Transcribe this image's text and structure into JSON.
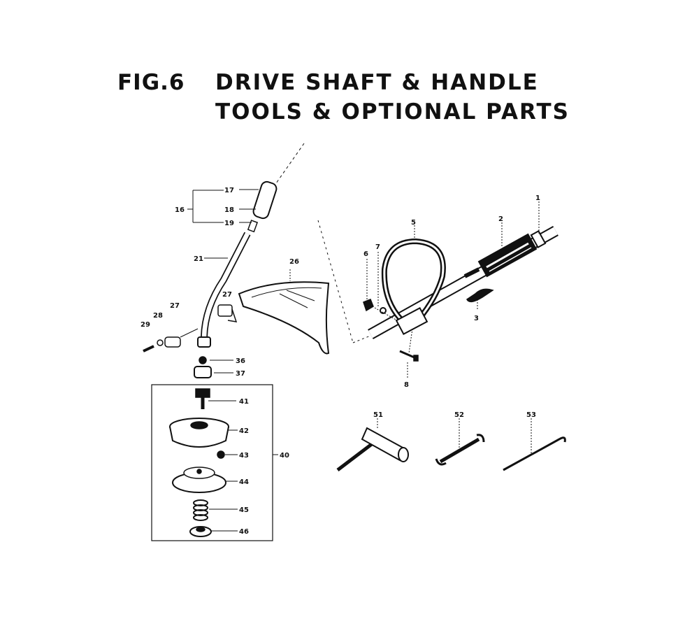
{
  "figure": {
    "number": "FIG.6",
    "title_line1": "DRIVE SHAFT & HANDLE",
    "title_line2": "TOOLS & OPTIONAL PARTS"
  },
  "callouts": {
    "p1": "1",
    "p2": "2",
    "p3": "3",
    "p5": "5",
    "p6": "6",
    "p7": "7",
    "p8": "8",
    "p16": "16",
    "p17": "17",
    "p18": "18",
    "p19": "19",
    "p21": "21",
    "p26": "26",
    "p27a": "27",
    "p27b": "27",
    "p28": "28",
    "p29": "29",
    "p36": "36",
    "p37": "37",
    "p40": "40",
    "p41": "41",
    "p42": "42",
    "p43": "43",
    "p44": "44",
    "p45": "45",
    "p46": "46",
    "p51": "51",
    "p52": "52",
    "p53": "53"
  }
}
